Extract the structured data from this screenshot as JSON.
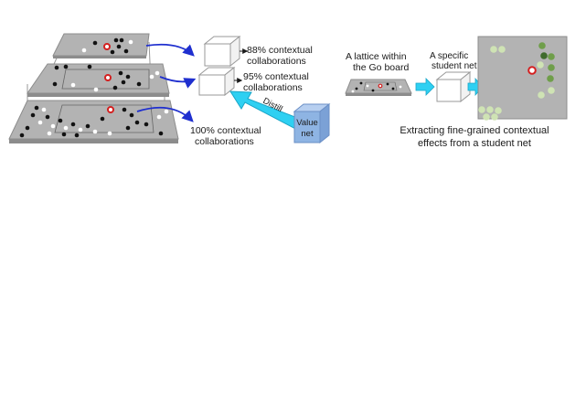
{
  "left_panel": {
    "cube_top_label_line1": "88% contextual",
    "cube_top_label_line2": "collaborations",
    "cube_mid_label_line1": "95% contextual",
    "cube_mid_label_line2": "collaborations",
    "bottom_label_line1": "100% contextual",
    "bottom_label_line2": "collaborations",
    "distill_label": "Distill",
    "value_net_line1": "Value",
    "value_net_line2": "net"
  },
  "right_panel": {
    "lattice_label_line1": "A lattice within",
    "lattice_label_line2": "the Go board",
    "student_label_line1": "A specific",
    "student_label_line2": "student net",
    "caption_line1": "Extracting fine-grained contextual",
    "caption_line2": "effects from a student net"
  },
  "colors": {
    "board": "#b3b3b3",
    "board_edge": "#8c8c8c",
    "blue_arrow": "#1f2fcf",
    "cyan_arrow": "#2ed0f2",
    "value_net": "#8eb4e3",
    "highlight_stone": "#d42020",
    "green_dark": "#3f6b2c",
    "green_mid": "#6f9e4a",
    "green_light": "#cfe3b4"
  }
}
